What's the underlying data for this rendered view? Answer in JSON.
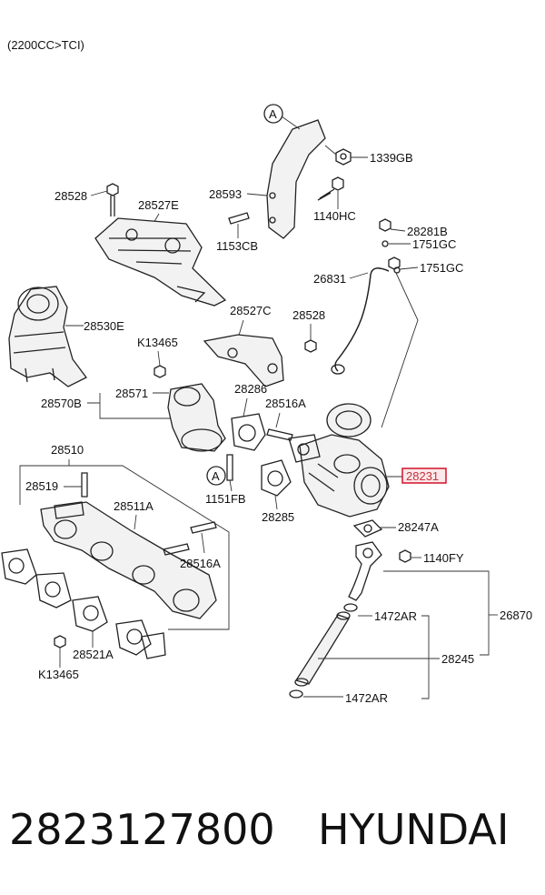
{
  "diagram": {
    "variant_note": "(2200CC>TCI)",
    "labels": {
      "p1339GB": "1339GB",
      "p28593": "28593",
      "p1140HC": "1140HC",
      "p28528_top": "28528",
      "p28527E": "28527E",
      "p1153CB": "1153CB",
      "p28281B": "28281B",
      "p1751GC_a": "1751GC",
      "p1751GC_b": "1751GC",
      "p26831": "26831",
      "p28530E": "28530E",
      "p28527C": "28527C",
      "p28528_mid": "28528",
      "pK13465_top": "K13465",
      "p28571": "28571",
      "p28570B": "28570B",
      "p28286": "28286",
      "p28516A_top": "28516A",
      "p28510": "28510",
      "p28519": "28519",
      "p28231": "28231",
      "p1151FB": "1151FB",
      "p28285": "28285",
      "p28511A": "28511A",
      "p28247A": "28247A",
      "p28516A_bot": "28516A",
      "p1140FY": "1140FY",
      "p26870": "26870",
      "p1472AR_top": "1472AR",
      "p28245": "28245",
      "p28521A": "28521A",
      "pK13465_bot": "K13465",
      "p1472AR_bot": "1472AR"
    },
    "callout_A_top": "A",
    "callout_A_bot": "A",
    "highlight_color": "#d0021b"
  },
  "footer": {
    "part_number": "2823127800",
    "brand": "HYUNDAI"
  }
}
